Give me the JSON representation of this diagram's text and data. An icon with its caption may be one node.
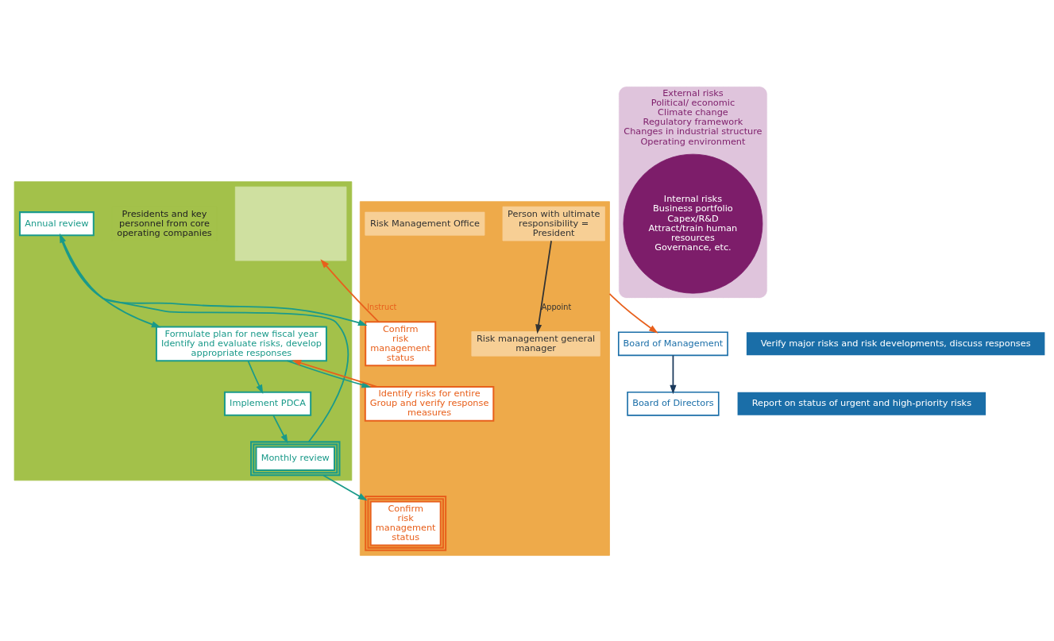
{
  "diagram": {
    "nodes": [
      {
        "text": [],
        "shape": "band"
      },
      {
        "text": [],
        "shape": "box",
        "in": 0
      },
      {
        "text": [
          "Presidents and key personnel from core operating companies"
        ],
        "in": 0
      },
      {
        "text": [
          "Annual review"
        ],
        "in": 0
      },
      {
        "text": [
          "Formulate plan for new fiscal year",
          "Identify and evaluate risks, develop appropriate responses"
        ],
        "in": 0
      },
      {
        "text": [
          "Implement PDCA"
        ],
        "in": 0
      },
      {
        "text": [
          "Monthly review"
        ],
        "in": 0
      },
      {
        "text": [],
        "shape": "band"
      },
      {
        "text": [
          "Person with ultimate responsibility = President"
        ],
        "in": 7
      },
      {
        "text": [
          "Risk management general manager"
        ],
        "in": 7
      },
      {
        "text": [
          "Risk Management Office"
        ],
        "in": 7
      },
      {
        "text": [
          "Confirm risk management status"
        ],
        "in": 7
      },
      {
        "text": [
          "Identify risks for entire Group and verify response measures"
        ],
        "in": 7
      },
      {
        "text": [
          "Confirm risk management status"
        ],
        "in": 7
      },
      {
        "text": [
          "External risks",
          "Political/ economic",
          "Climate change",
          "Regulatory framework",
          "Changes in industrial structure",
          "Operating environment"
        ]
      },
      {
        "text": [
          "Internal risks",
          "Business portfolio Capex/R&D Attract/train human resources Governance, etc."
        ],
        "in": 14
      },
      {
        "text": [
          "Board of Management"
        ]
      },
      {
        "text": [
          "Board of Directors"
        ]
      }
    ],
    "labels": [
      "Verify major risks and risk developments, discuss responses",
      "Report on status of urgent and high-priority risks"
    ],
    "edges": [
      {
        "from": 3,
        "to": 4,
        "arrow": "to"
      },
      {
        "from": 4,
        "to": 5,
        "arrow": "to"
      },
      {
        "from": 5,
        "to": 6,
        "arrow": "to"
      },
      {
        "from": 6,
        "to": 3,
        "arrow": "to"
      },
      {
        "from": 3,
        "to": 11,
        "arrow": "to"
      },
      {
        "from": 6,
        "to": 13,
        "arrow": "to"
      },
      {
        "from": 11,
        "to": 1,
        "arrow": "to",
        "label": "Instruct",
        "color": "#e8601c"
      },
      {
        "from": 4,
        "to": 12,
        "arrow": "to"
      },
      {
        "from": 12,
        "to": 4,
        "arrow": "to",
        "color": "#e8601c"
      },
      {
        "from": 8,
        "to": 9,
        "arrow": "to",
        "label": "Appoint",
        "color": "#333333"
      },
      {
        "from": 7,
        "to": 16,
        "arrow": "to",
        "color": "#e8601c"
      },
      {
        "from": 16,
        "to": 17,
        "arrow": "to",
        "color": "#1b3a5c"
      }
    ]
  }
}
